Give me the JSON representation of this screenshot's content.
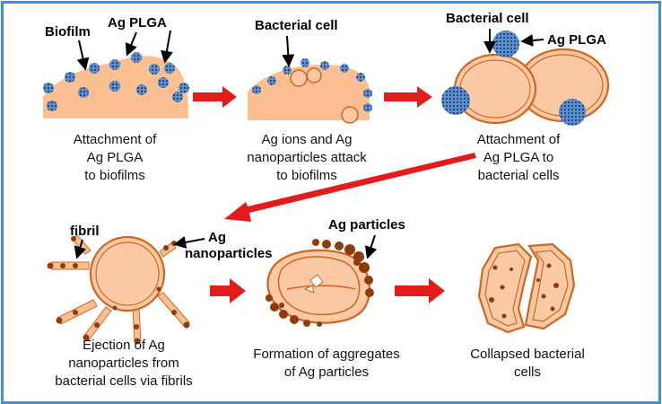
{
  "colors": {
    "border": "#3f8fdf",
    "biofilm": "#fbbf92",
    "cell_fill": "#fbc9a4",
    "cell_outline": "#d2651e",
    "arrow": "#e41b1b",
    "nanoparticle": "#2e5f9e",
    "ag_particle": "#8f3b0c"
  },
  "labels": {
    "biofilm": "Biofilm",
    "ag_plga_1": "Ag PLGA",
    "bacterial_cell_1": "Bacterial cell",
    "bacterial_cell_2": "Bacterial cell",
    "ag_plga_2": "Ag PLGA",
    "fibril": "fibril",
    "ag_nano_line1": "Ag",
    "ag_nano_line2": "nanoparticles",
    "ag_particles": "Ag particles"
  },
  "steps": [
    {
      "lines": [
        "Attachment of",
        "Ag PLGA",
        "to biofilms"
      ]
    },
    {
      "lines": [
        "Ag ions and Ag",
        "nanoparticles attack",
        "to biofilms"
      ]
    },
    {
      "lines": [
        "Attachment of",
        "Ag PLGA to",
        "bacterial cells"
      ]
    },
    {
      "lines": [
        "Ejection of Ag",
        "nanoparticles from",
        "bacterial cells via fibrils"
      ]
    },
    {
      "lines": [
        "Formation of aggregates",
        "of Ag particles"
      ]
    },
    {
      "lines": [
        "Collapsed bacterial",
        "cells"
      ]
    }
  ]
}
